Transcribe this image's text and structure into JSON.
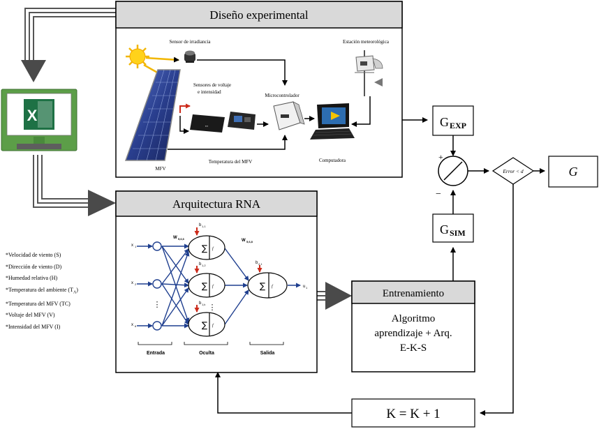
{
  "experimental": {
    "title": "Diseño experimental",
    "sensor_irradiancia": "Sensor de irradiancia",
    "sensores_vi_1": "Sensores de voltaje",
    "sensores_vi_2": "e intensidad",
    "microcontrolador": "Microcontrolador",
    "estacion": "Estación meteorológica",
    "mfv": "MFV",
    "temperatura_mfv": "Temperatura del MFV",
    "computadora": "Computadora"
  },
  "rna": {
    "title": "Arquitectura RNA",
    "inputs": [
      "x",
      "x",
      "x"
    ],
    "input_subs": [
      "1",
      "2",
      "6"
    ],
    "w_in": "W",
    "w_in_sub": "5,6,6",
    "w_out": "W",
    "w_out_sub": "5,6,8",
    "bias_labels": [
      "b",
      "b",
      "b",
      "b"
    ],
    "bias_subs": [
      "1,1",
      "1,2",
      "1,k",
      "2,1"
    ],
    "sum_symbol": "∑",
    "f_label": "f",
    "output": "u",
    "output_sub": "1",
    "entrada": "Entrada",
    "oculta": "Oculta",
    "salida": "Salida",
    "vdots": "⋮"
  },
  "variables": [
    "*Velocidad de viento (S)",
    "*Dirección de viento (D)",
    "*Humedad relativa (H)",
    "*Temperatura del ambiente (T",
    "*Temperatura del MFV (TC)",
    "*Voltaje del MFV (V)",
    "*Intensidad del MFV (I)"
  ],
  "variable_sub": "A",
  "variable_close": ")",
  "entrenamiento": {
    "title": "Entrenamiento",
    "line1": "Algoritmo",
    "line2": "aprendizaje + Arq.",
    "line3": "E-K-S"
  },
  "g_exp": "G",
  "g_exp_sub": "EXP",
  "g_sim": "G",
  "g_sim_sub": "SIM",
  "g_out": "G",
  "error_label": "Error < d",
  "plus": "+",
  "minus": "−",
  "k_update": "K = K + 1",
  "excel": {
    "letter": "X",
    "icon": "excel-icon"
  },
  "colors": {
    "title_bar": "#d9d9d9",
    "network_blue": "#1f3f8f",
    "bias_red": "#cc2a1a",
    "excel_green": "#1e7145",
    "monitor_frame": "#4a8a3c"
  }
}
